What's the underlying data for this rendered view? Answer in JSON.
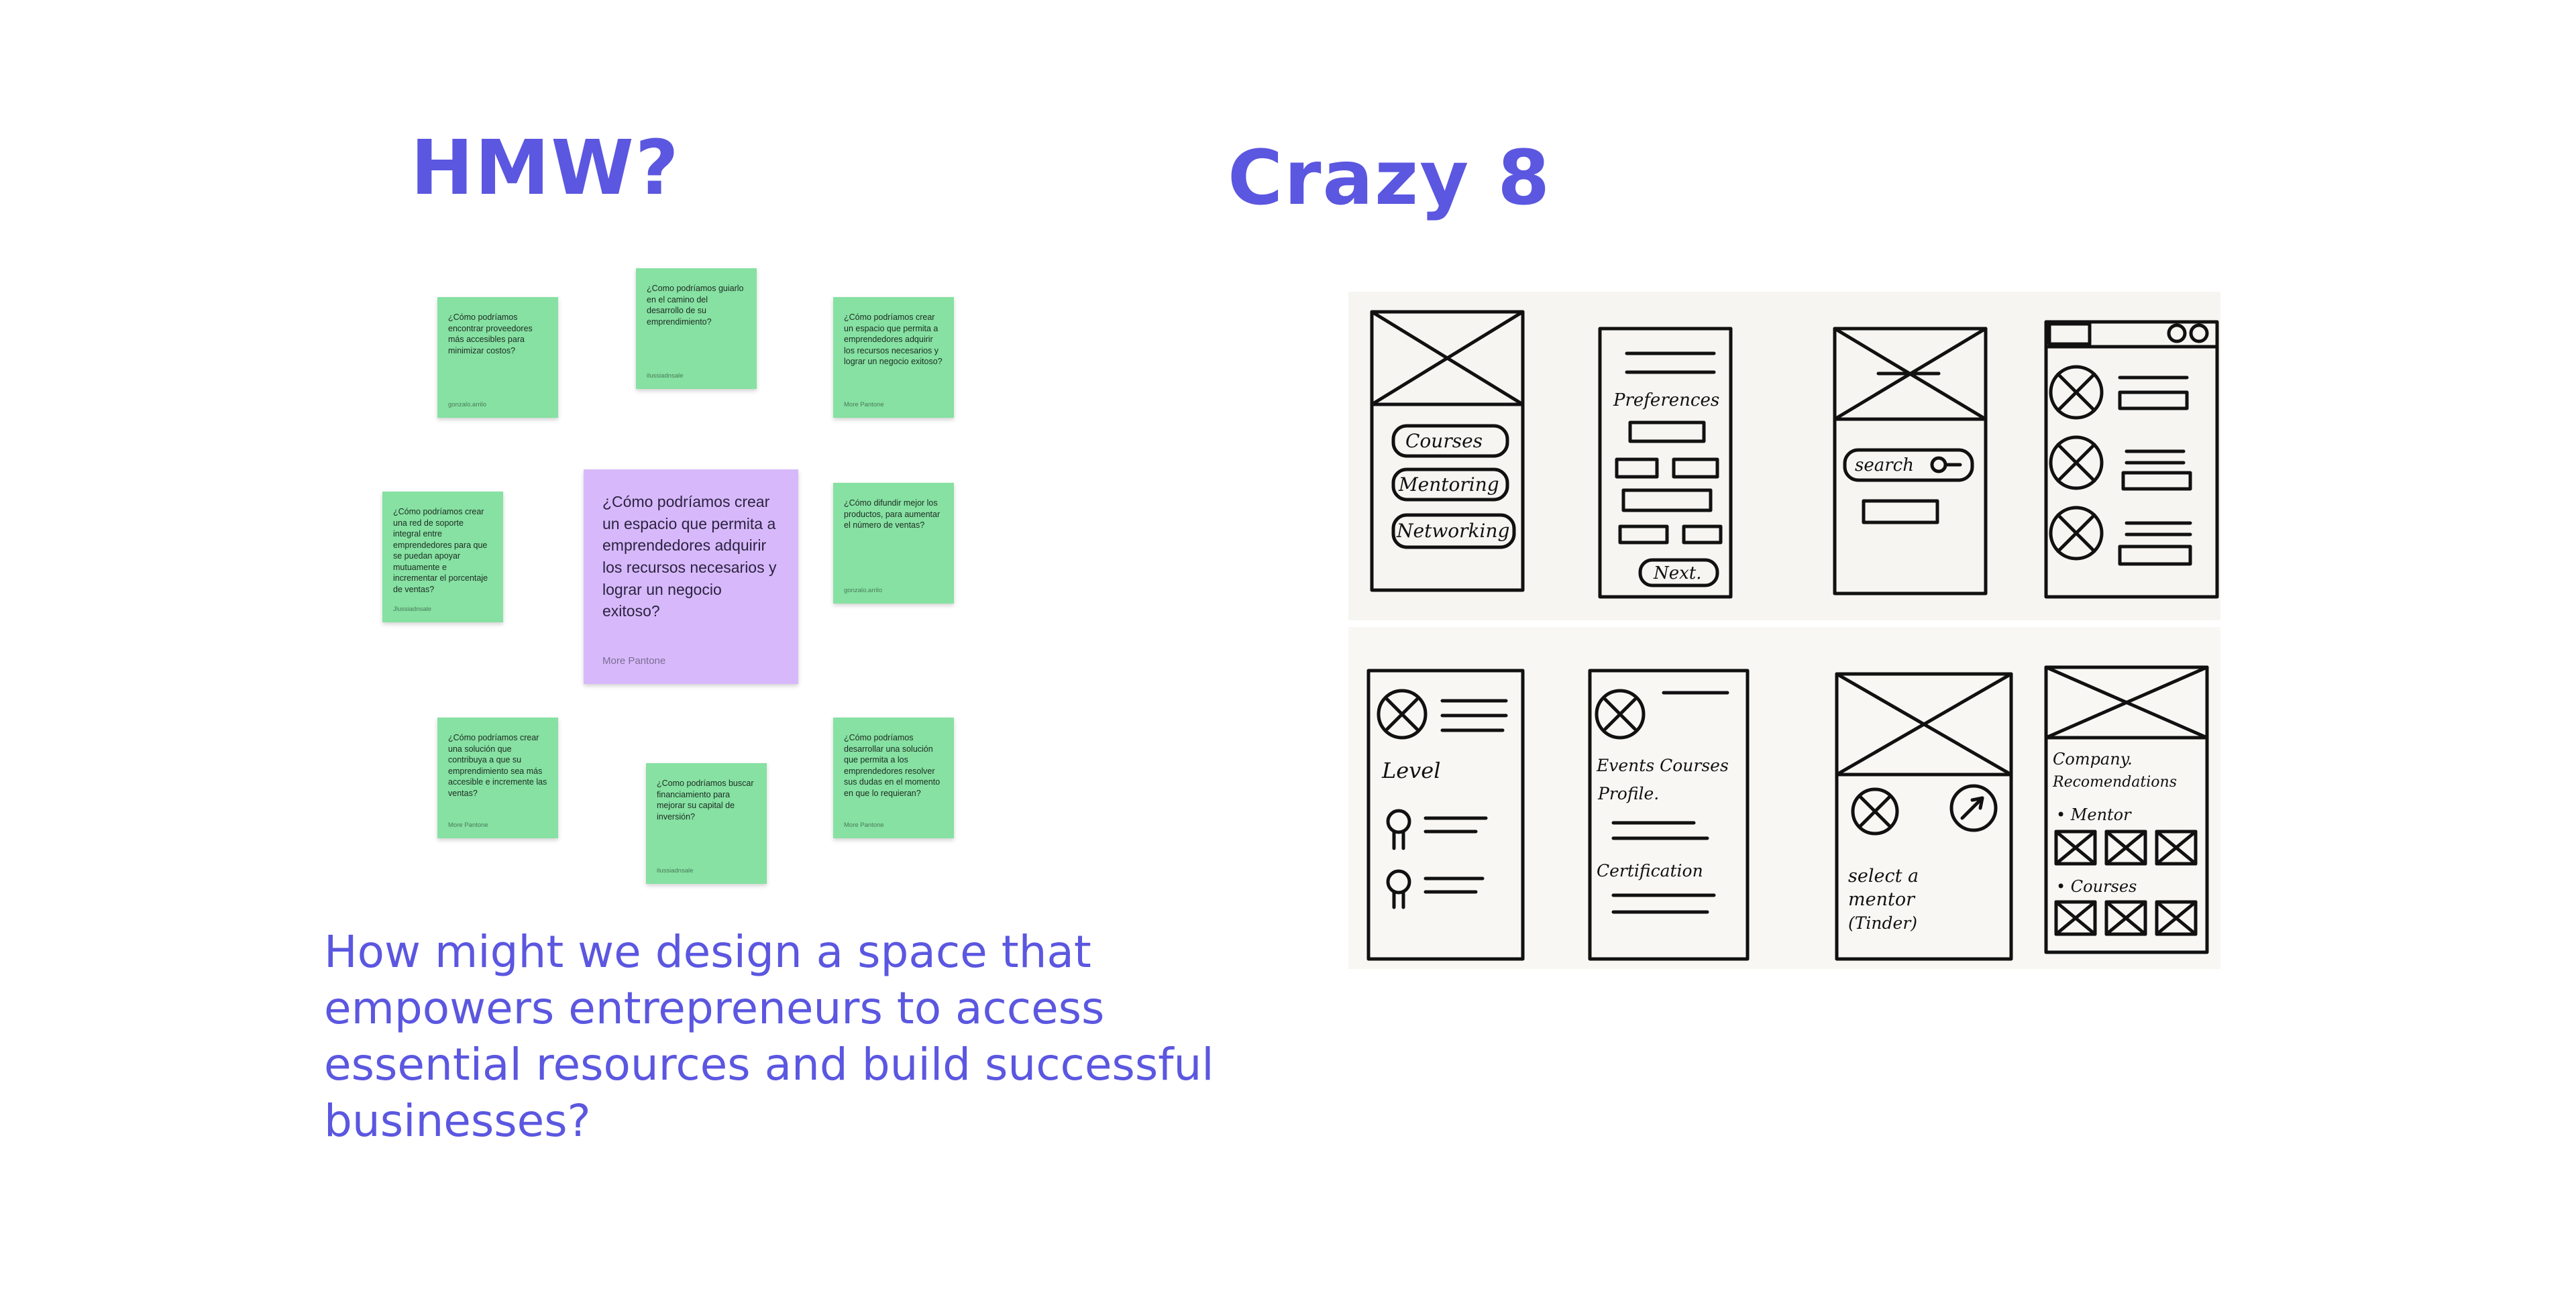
{
  "headings": {
    "hmw": "HMW?",
    "crazy8": "Crazy 8"
  },
  "notes": [
    {
      "text": "¿Cómo podríamos encontrar proveedores más accesibles para minimizar costos?",
      "author": "gonzalo.arrilo"
    },
    {
      "text": "¿Como podríamos guiarlo en el camino del desarrollo de su emprendimiento?",
      "author": "ilussiadnsale"
    },
    {
      "text": "¿Cómo podríamos crear un espacio que permita a emprendedores adquirir los recursos necesarios y lograr un negocio exitoso?",
      "author": "More Pantone"
    },
    {
      "text": "¿Cómo podríamos crear una red de soporte integral entre emprendedores para que se puedan apoyar mutuamente e incrementar el porcentaje de ventas?",
      "author": "Jlussiadnsale"
    },
    {
      "text": "¿Cómo podríamos crear un espacio que permita a emprendedores adquirir los recursos necesarios y lograr un negocio exitoso?",
      "author": "More Pantone"
    },
    {
      "text": "¿Cómo difundir mejor los productos, para aumentar el número de ventas?",
      "author": "gonzalo.arrilo"
    },
    {
      "text": "¿Cómo podríamos crear una solución que contribuya a que su emprendimiento sea más accesible e incremente las ventas?",
      "author": "More Pantone"
    },
    {
      "text": "¿Como podríamos buscar financiamiento para mejorar su capital de inversión?",
      "author": "ilussiadnsale"
    },
    {
      "text": "¿Cómo podríamos desarrollar una solución que permita a los emprendedores resolver sus dudas en el momento en que lo requieran?",
      "author": "More Pantone"
    }
  ],
  "hmw_statement": "How might we design a space that empowers entrepreneurs to access essential resources and build successful businesses?",
  "sketch_labels": {
    "courses": "Courses",
    "mentoring": "Mentoring",
    "networking": "Networking",
    "preferences": "Preferences",
    "next": "Next.",
    "search": "search",
    "level": "Level",
    "events_courses": "Events Courses",
    "profile": "Profile.",
    "certification": "Certification",
    "select_mentor": "select a",
    "select_mentor2": "mentor",
    "tinder": "(Tinder)",
    "company": "Company.",
    "recommendations": "Recomendations",
    "mentor": "• Mentor",
    "courses2": "• Courses"
  },
  "colors": {
    "accent": "#5b57e0",
    "note_green": "#86e1a2",
    "note_purple": "#d7b9fb"
  }
}
